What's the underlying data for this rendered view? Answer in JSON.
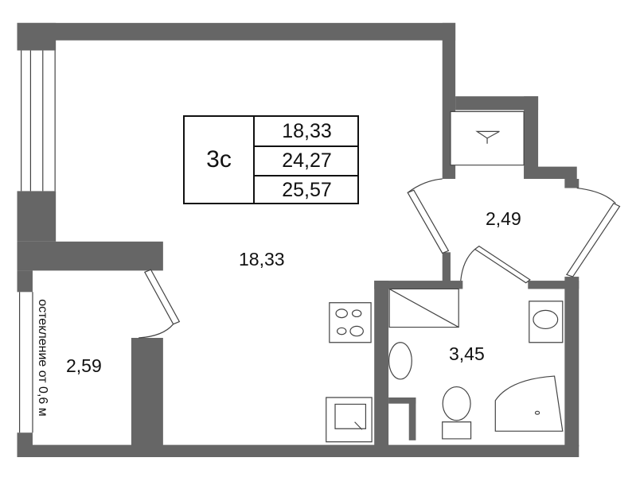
{
  "apartment": {
    "type_code": "3с",
    "areas": [
      "18,33",
      "24,27",
      "25,57"
    ]
  },
  "rooms": {
    "living": "18,33",
    "hallway": "2,49",
    "bathroom": "3,45",
    "balcony": "2,59"
  },
  "notes": {
    "glazing": "остекление от 0,6 м"
  },
  "colors": {
    "wall": "#666666",
    "line": "#444444"
  }
}
